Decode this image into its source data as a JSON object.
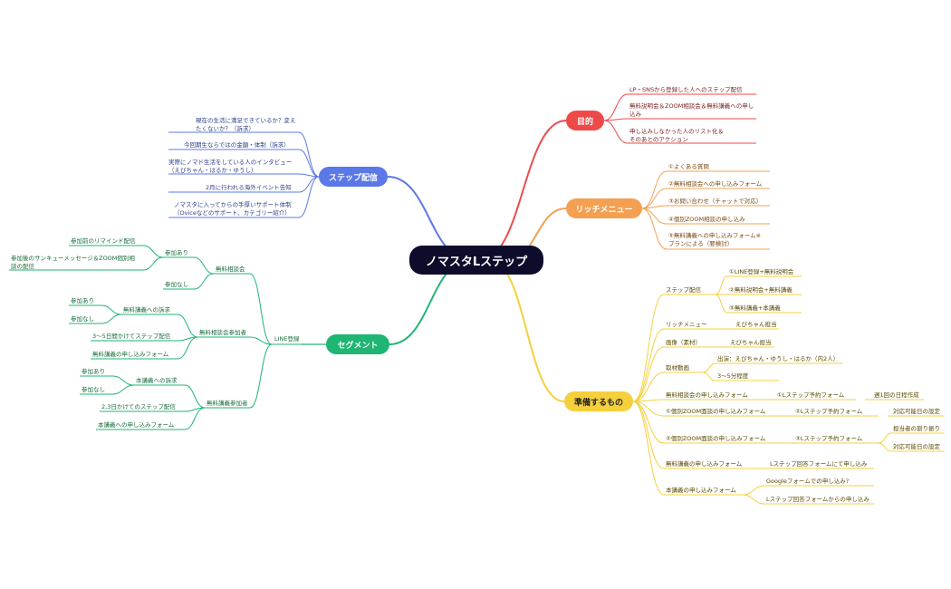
{
  "root": "ノマスタLステップ",
  "colors": {
    "blue": "#5b78e8",
    "green": "#1fb573",
    "red": "#ee4a4a",
    "orange": "#f4a052",
    "gold": "#f5d03c",
    "root": "#0d0d2b"
  },
  "branches": {
    "step": {
      "label": "ステップ配信",
      "items": [
        "現在の生活に満足できているか？変えたくないか？（訴求）",
        "今回期生ならではの金額・体制（訴求）",
        "実際にノマド生活をしている人のインタビュー（えびちゃん・はるか・ゆうし）",
        "2月に行われる海外イベント告知",
        "ノマスタに入ってからの手厚いサポート体制（Oviceなどのサポート、カテゴリー紹介）"
      ]
    },
    "segment": {
      "label": "セグメント",
      "line": "LINE登録",
      "group1": {
        "label": "無料相談会",
        "join": "参加あり",
        "join_items": [
          "参加前のリマインド配信",
          "参加後のサンキューメッセージ＆ZOOM個別相談の配信"
        ],
        "nojoin": "参加なし"
      },
      "group2": {
        "label": "無料相談会参加者",
        "appeal": "無料講義への訴求",
        "yes": "参加あり",
        "no": "参加なし",
        "step": "3～5日間かけてステップ配信",
        "form": "無料講義の申し込みフォーム"
      },
      "group3": {
        "label": "無料講義参加者",
        "appeal": "本講義への訴求",
        "yes": "参加あり",
        "no": "参加なし",
        "step": "2,3日かけてのステップ配信",
        "form": "本講義への申し込みフォーム"
      }
    },
    "purpose": {
      "label": "目的",
      "items": [
        "LP・SNSから登録した人へのステップ配信",
        "無料説明会＆ZOOM相談会＆無料講義への申し込み",
        "申し込みしなかった人のリスト化＆そのあとのアクション"
      ]
    },
    "rich": {
      "label": "リッチメニュー",
      "items": [
        "①よくある質問",
        "②無料相談会への申し込みフォーム",
        "③お問い合わせ（チャットで対応）",
        "④個別ZOOM相談の申し込み",
        "⑤無料講義への申し込みフォーム※プランによる（要検討）"
      ]
    },
    "prep": {
      "label": "準備するもの",
      "step": "ステップ配信",
      "step_items": [
        "①LINE登録+無料説明会",
        "②無料説明会+無料講義",
        "③無料講義+本講義"
      ],
      "rich": "リッチメニュー",
      "rich_owner": "えびちゃん担当",
      "image": "画像（素材）",
      "image_owner": "えびちゃん担当",
      "video": "取材動画",
      "video_cast": "出演：えびちゃん・ゆうし・はるか（内2人）",
      "video_len": "3～5分程度",
      "form1": "無料相談会の申し込みフォーム",
      "form1_sub": "①Lステップ予約フォーム",
      "form1_sub2": "週1回の日程作成",
      "form2": "①個別ZOOM面談の申し込みフォーム",
      "form2_sub": "②Lステップ予約フォーム",
      "form2_sub2": "対応可能日の設定",
      "form3": "②個別ZOOM面談の申し込みフォーム",
      "form3_sub": "③Lステップ予約フォーム",
      "form3_sub2a": "担当者の割り振り",
      "form3_sub2b": "対応可能日の設定",
      "form4": "無料講義の申し込みフォーム",
      "form4_sub": "Lステップ回答フォームにて申し込み",
      "form5": "本講義の申し込みフォーム",
      "form5_sub1": "Googleフォームでの申し込み?",
      "form5_sub2": "Lステップ回答フォームからの申し込み"
    }
  }
}
